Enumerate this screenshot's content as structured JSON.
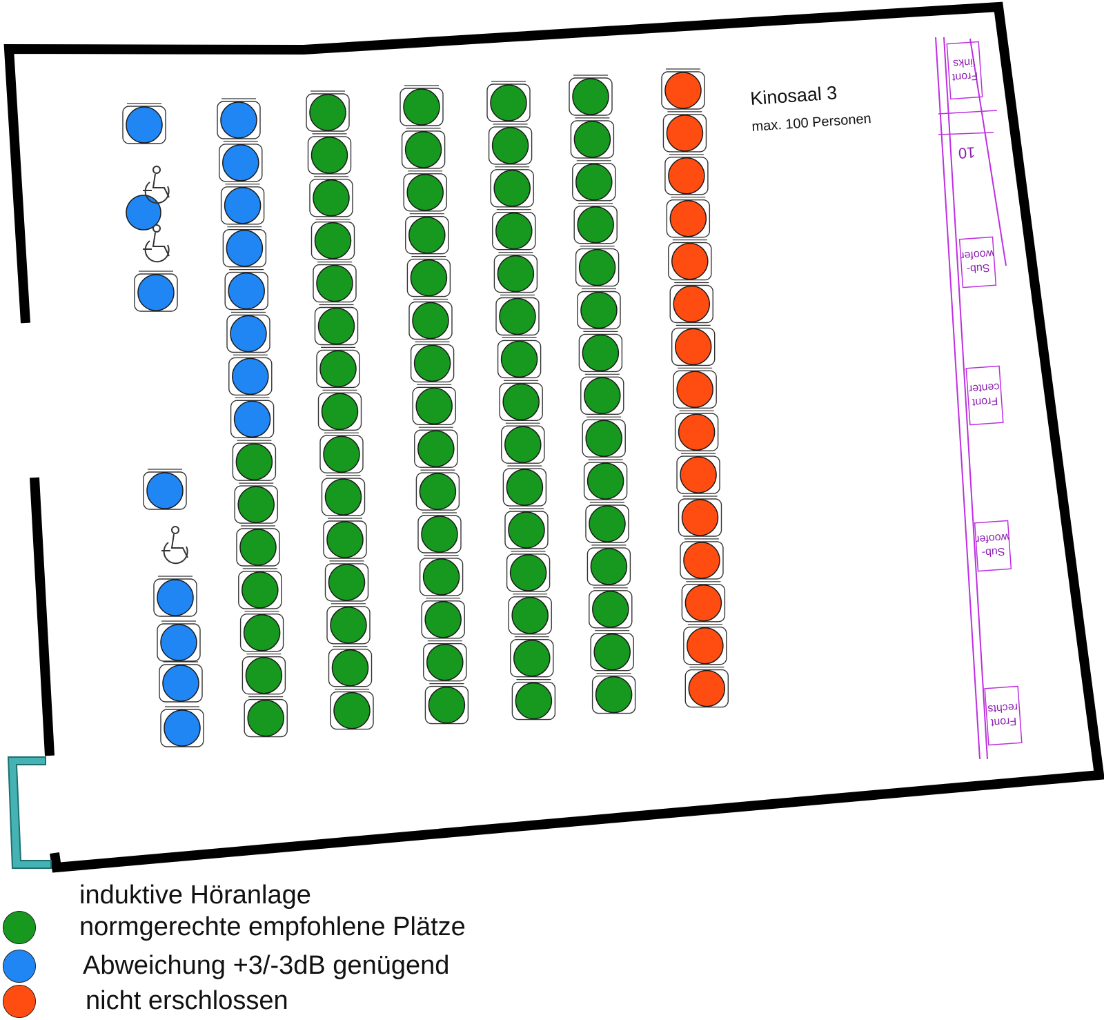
{
  "hall": {
    "title": "Kinosaal 3",
    "capacity": "max. 100 Personen"
  },
  "screen": {
    "speakers": [
      {
        "id": "front-links",
        "label_line1": "Front",
        "label_line2": "links"
      },
      {
        "id": "dim-10",
        "label_line1": "10",
        "label_line2": ""
      },
      {
        "id": "subwoofer-1",
        "label_line1": "Sub-",
        "label_line2": "woofer"
      },
      {
        "id": "front-center",
        "label_line1": "Front",
        "label_line2": "center"
      },
      {
        "id": "subwoofer-2",
        "label_line1": "Sub-",
        "label_line2": "woofer"
      },
      {
        "id": "front-rechts",
        "label_line1": "Front",
        "label_line2": "rechts"
      }
    ]
  },
  "legend": {
    "heading": "induktive Höranlage",
    "items": [
      {
        "status": "green",
        "label": "normgerechte empfohlene Plätze"
      },
      {
        "status": "blue",
        "label": "Abweichung +3/-3dB genügend"
      },
      {
        "status": "red",
        "label": "nicht erschlossen"
      }
    ]
  },
  "colors": {
    "green": "#16991e",
    "blue": "#1f86f4",
    "red": "#ff4d12",
    "wall": "#000000",
    "screen": "#bd2fe0",
    "door": "#45b3b3"
  },
  "seating": {
    "rows": [
      {
        "row": 1,
        "seats": [
          "blue",
          "blue",
          "blue",
          "blue",
          "blue",
          "blue",
          "blue",
          "blue",
          "green",
          "green",
          "green",
          "green",
          "green",
          "green",
          "green"
        ]
      },
      {
        "row": 2,
        "seats": [
          "green",
          "green",
          "green",
          "green",
          "green",
          "green",
          "green",
          "green",
          "green",
          "green",
          "green",
          "green",
          "green",
          "green",
          "green"
        ]
      },
      {
        "row": 3,
        "seats": [
          "green",
          "green",
          "green",
          "green",
          "green",
          "green",
          "green",
          "green",
          "green",
          "green",
          "green",
          "green",
          "green",
          "green",
          "green"
        ]
      },
      {
        "row": 4,
        "seats": [
          "green",
          "green",
          "green",
          "green",
          "green",
          "green",
          "green",
          "green",
          "green",
          "green",
          "green",
          "green",
          "green",
          "green",
          "green"
        ]
      },
      {
        "row": 5,
        "seats": [
          "green",
          "green",
          "green",
          "green",
          "green",
          "green",
          "green",
          "green",
          "green",
          "green",
          "green",
          "green",
          "green",
          "green",
          "green"
        ]
      },
      {
        "row": 6,
        "seats": [
          "red",
          "red",
          "red",
          "red",
          "red",
          "red",
          "red",
          "red",
          "red",
          "red",
          "red",
          "red",
          "red",
          "red",
          "red"
        ]
      }
    ],
    "side_seats": [
      {
        "group": "upper-single-1",
        "status": "blue"
      },
      {
        "group": "wheelchair-spot-1",
        "status": "blue"
      },
      {
        "group": "upper-single-2",
        "status": "blue"
      },
      {
        "group": "lower-single",
        "status": "blue"
      },
      {
        "group": "lower-block",
        "status": "blue"
      },
      {
        "group": "lower-block",
        "status": "blue"
      },
      {
        "group": "lower-block",
        "status": "blue"
      },
      {
        "group": "lower-block",
        "status": "blue"
      }
    ],
    "wheelchair_spaces": 3
  }
}
